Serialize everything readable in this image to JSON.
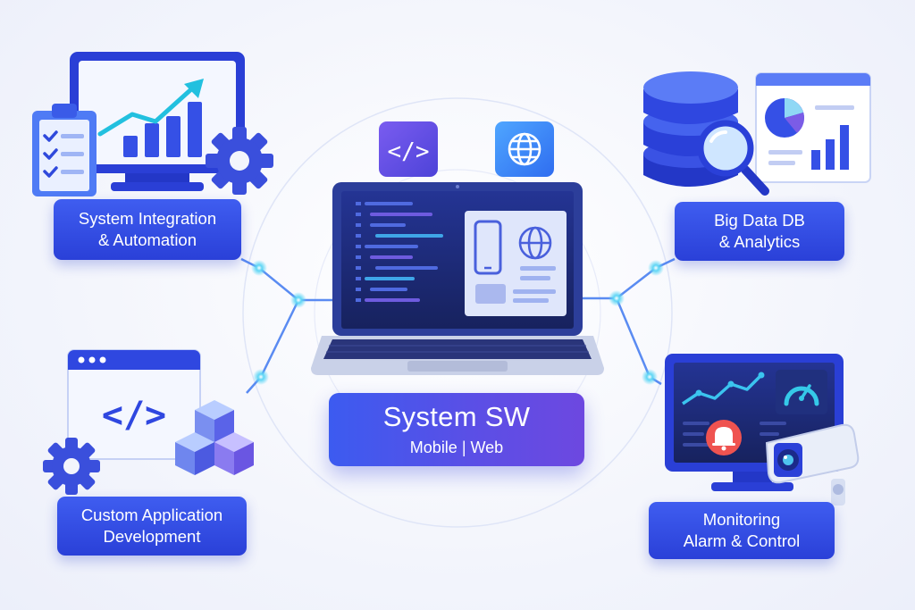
{
  "center": {
    "title": "System SW",
    "subtitle": "Mobile | Web"
  },
  "nodes": {
    "integration": {
      "line1": "System Integration",
      "line2": "& Automation"
    },
    "bigdata": {
      "line1": "Big Data DB",
      "line2": "& Analytics"
    },
    "custom": {
      "line1": "Custom Application",
      "line2": "Development"
    },
    "monitoring": {
      "line1": "Monitoring",
      "line2": "Alarm & Control"
    }
  },
  "colors": {
    "primary": "#2f47e0",
    "primary_light": "#5d7bf5",
    "accent_purple": "#6a4fe3",
    "accent_cyan": "#21c6e6",
    "alarm_red": "#ef5350",
    "screen_dark": "#1c2a78"
  },
  "icons": [
    "monitor-chart-icon",
    "clipboard-checklist-icon",
    "gear-icon",
    "code-badge-icon",
    "globe-badge-icon",
    "laptop-icon",
    "database-icon",
    "magnifier-icon",
    "dashboard-panel-icon",
    "code-window-icon",
    "cubes-icon",
    "monitoring-screen-icon",
    "alarm-bell-icon",
    "gauge-icon",
    "security-camera-icon"
  ]
}
